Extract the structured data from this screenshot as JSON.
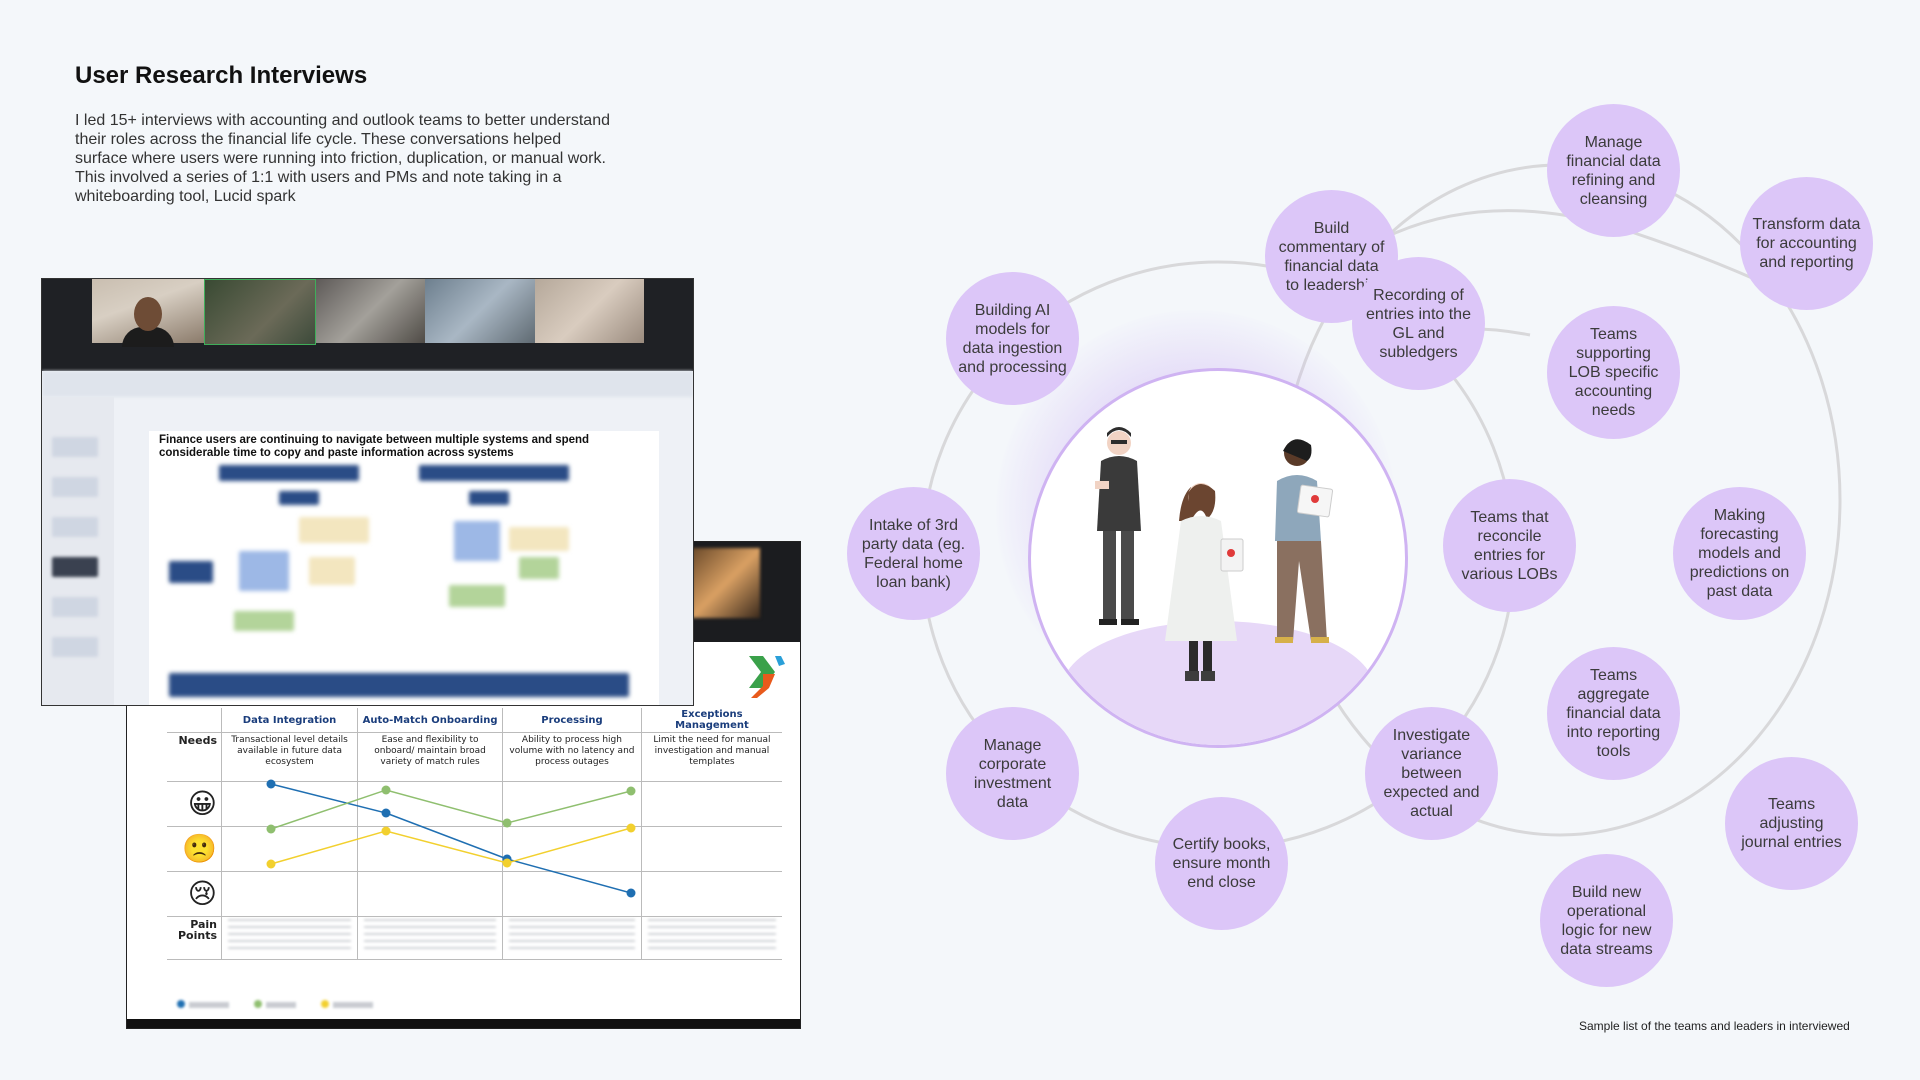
{
  "page": {
    "title": "User Research Interviews",
    "intro": "I led 15+ interviews with accounting and outlook teams to better understand their roles across the financial life cycle. These conversations helped surface where users were running into friction, duplication, or manual work. This involved a series of 1:1 with users and PMs and note taking in a whiteboarding tool, Lucid spark",
    "caption": "Sample list of the teams and leaders in interviewed"
  },
  "meeting_slide": {
    "heading": "Finance users are continuing to navigate between multiple systems and spend considerable time to copy and paste information across systems"
  },
  "journey_map": {
    "columns": [
      "Data Integration",
      "Auto-Match Onboarding",
      "Processing",
      "Exceptions Management"
    ],
    "needs_label": "Needs",
    "needs": [
      "Transactional level details available in future data ecosystem",
      "Ease and flexibility to onboard/ maintain broad variety of match rules",
      "Ability to process high volume with no latency and process outages",
      "Limit the need for manual investigation and manual templates"
    ],
    "emotions": [
      "😀",
      "🙁",
      "😢"
    ],
    "pain_label": "Pain Points",
    "series_colors": {
      "blue": "#1f6fb2",
      "green": "#8fbf6f",
      "yellow": "#f2d02e"
    }
  },
  "diagram": {
    "bubbles": [
      "Manage financial data refining and cleansing",
      "Transform data for accounting and reporting",
      "Build commentary of financial data to leadership",
      "Recording of entries into the GL and subledgers",
      "Building AI models for data ingestion and processing",
      "Teams supporting LOB specific accounting needs",
      "Intake of 3rd party data (eg. Federal home loan bank)",
      "Teams that reconcile entries for various LOBs",
      "Making forecasting models and predictions on past data",
      "Teams aggregate financial data into reporting tools",
      "Manage corporate investment data",
      "Investigate variance between expected and actual",
      "Teams adjusting journal entries",
      "Certify books, ensure month end close",
      "Build new operational logic for new data streams"
    ],
    "accent_color": "#dcc6f8"
  }
}
